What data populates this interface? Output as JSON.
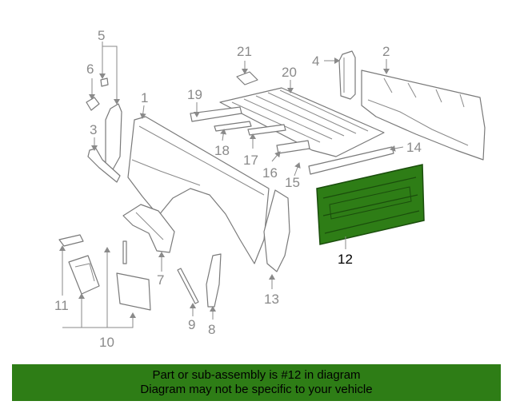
{
  "colors": {
    "highlight": "#2e7d16",
    "line": "#8a8a8a",
    "banner": "#2e7d16"
  },
  "callouts": [
    "1",
    "2",
    "3",
    "4",
    "5",
    "6",
    "7",
    "8",
    "9",
    "10",
    "11",
    "12",
    "13",
    "14",
    "15",
    "16",
    "17",
    "18",
    "19",
    "20",
    "21"
  ],
  "highlighted_part": "12",
  "banner": {
    "line1": "Part or sub-assembly is #12 in diagram",
    "line2": "Diagram may not be specific to your vehicle"
  }
}
